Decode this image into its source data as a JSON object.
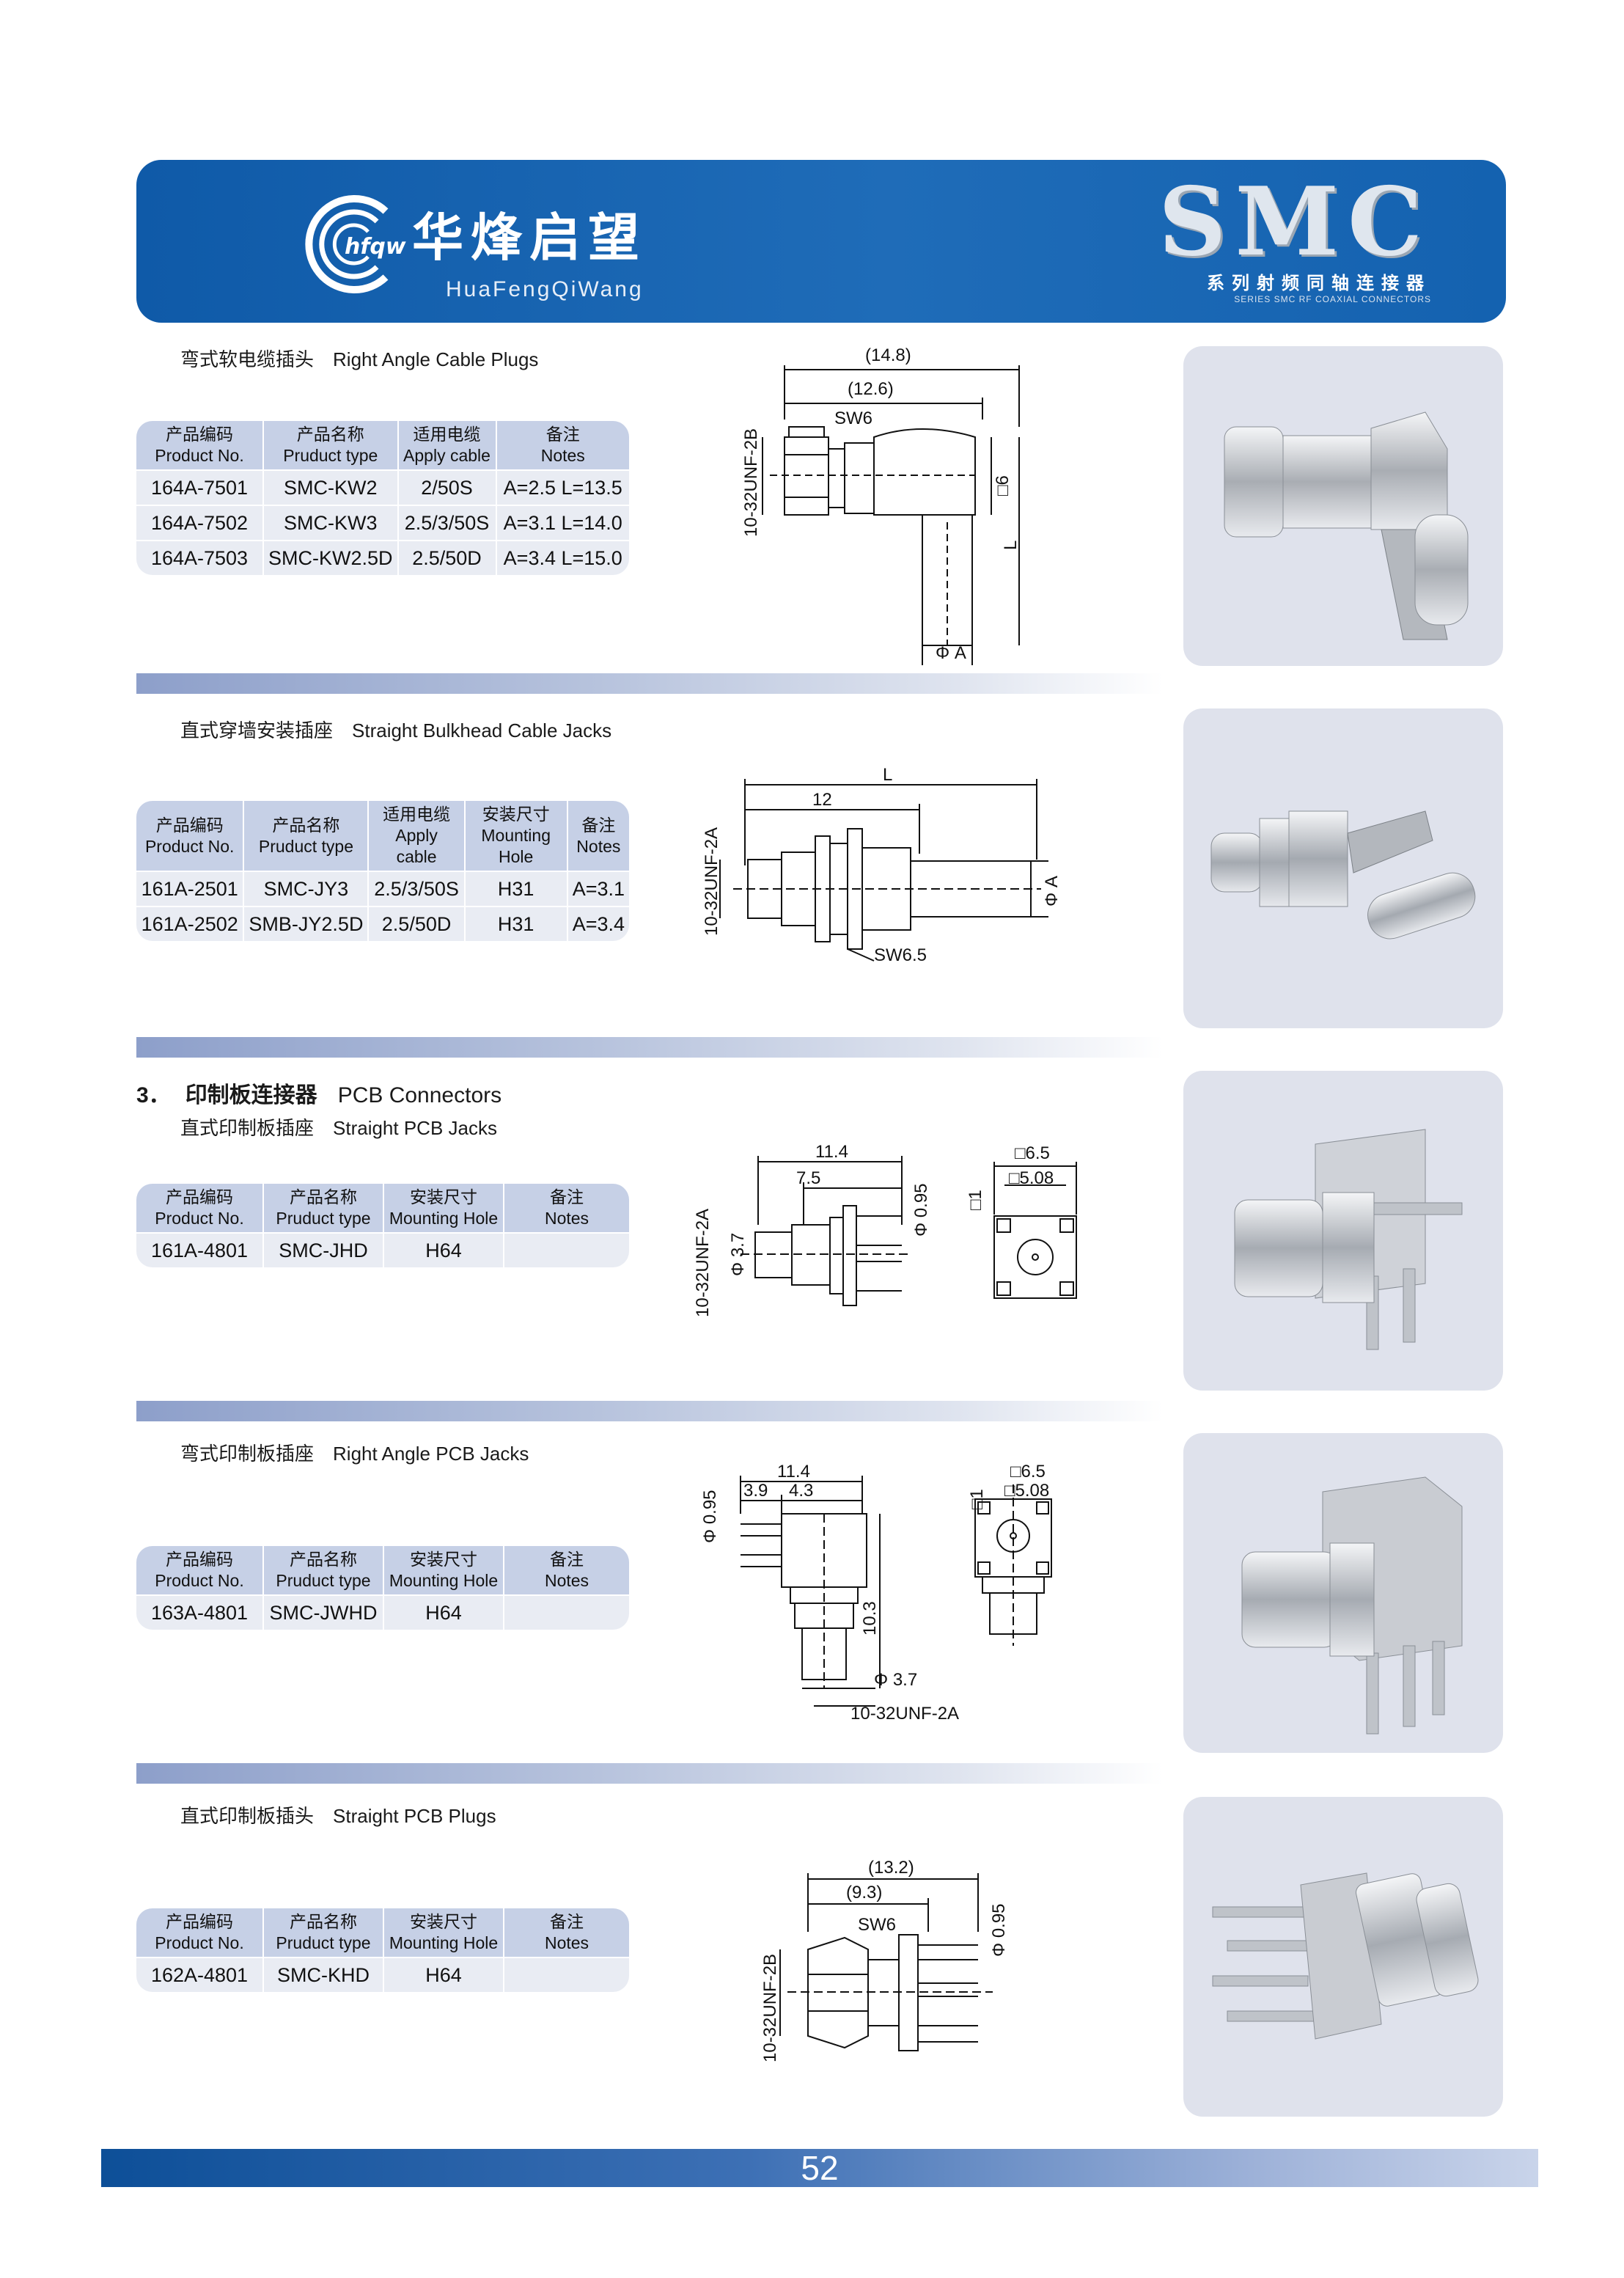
{
  "header": {
    "logo_text": "hfqw",
    "brand_cn": "华烽启望",
    "brand_en": "HuaFengQiWang",
    "series": "SMC",
    "series_cn": "系列射频同轴连接器",
    "series_en": "SERIES SMC RF COAXIAL CONNECTORS"
  },
  "sections": [
    {
      "title_cn": "弯式软电缆插头",
      "title_en": "Right Angle Cable Plugs",
      "columns": [
        {
          "cn": "产品编码",
          "en": "Product No."
        },
        {
          "cn": "产品名称",
          "en": "Pruduct type"
        },
        {
          "cn": "适用电缆",
          "en": "Apply cable"
        },
        {
          "cn": "备注",
          "en": "Notes"
        }
      ],
      "rows": [
        [
          "164A-7501",
          "SMC-KW2",
          "2/50S",
          "A=2.5 L=13.5"
        ],
        [
          "164A-7502",
          "SMC-KW3",
          "2.5/3/50S",
          "A=3.1 L=14.0"
        ],
        [
          "164A-7503",
          "SMC-KW2.5D",
          "2.5/50D",
          "A=3.4 L=15.0"
        ]
      ],
      "dims": {
        "d1": "(14.8)",
        "d2": "(12.6)",
        "sw": "SW6",
        "thread": "10-32UNF-2B",
        "sq": "□6",
        "l": "L",
        "a": "Φ A"
      }
    },
    {
      "title_cn": "直式穿墙安装插座",
      "title_en": "Straight Bulkhead Cable Jacks",
      "columns": [
        {
          "cn": "产品编码",
          "en": "Product No."
        },
        {
          "cn": "产品名称",
          "en": "Pruduct type"
        },
        {
          "cn": "适用电缆",
          "en": "Apply cable"
        },
        {
          "cn": "安装尺寸",
          "en": "Mounting Hole"
        },
        {
          "cn": "备注",
          "en": "Notes"
        }
      ],
      "rows": [
        [
          "161A-2501",
          "SMC-JY3",
          "2.5/3/50S",
          "H31",
          "A=3.1"
        ],
        [
          "161A-2502",
          "SMB-JY2.5D",
          "2.5/50D",
          "H31",
          "A=3.4"
        ]
      ],
      "dims": {
        "l": "L",
        "d12": "12",
        "thread": "10-32UNF-2A",
        "a": "Φ A",
        "sw": "SW6.5"
      }
    },
    {
      "group_num": "3．",
      "group_cn": "印制板连接器",
      "group_en": "PCB Connectors",
      "title_cn": "直式印制板插座",
      "title_en": "Straight PCB Jacks",
      "columns": [
        {
          "cn": "产品编码",
          "en": "Product No."
        },
        {
          "cn": "产品名称",
          "en": "Pruduct type"
        },
        {
          "cn": "安装尺寸",
          "en": "Mounting Hole"
        },
        {
          "cn": "备注",
          "en": "Notes"
        }
      ],
      "rows": [
        [
          "161A-4801",
          "SMC-JHD",
          "H64",
          ""
        ]
      ],
      "dims": {
        "d114": "11.4",
        "d75": "7.5",
        "phi095": "Φ 0.95",
        "thread": "10-32UNF-2A",
        "phi37": "Φ 3.7",
        "sq65": "□6.5",
        "sq508": "□5.08",
        "sq1": "□1"
      }
    },
    {
      "title_cn": "弯式印制板插座",
      "title_en": "Right Angle PCB Jacks",
      "columns": [
        {
          "cn": "产品编码",
          "en": "Product No."
        },
        {
          "cn": "产品名称",
          "en": "Pruduct type"
        },
        {
          "cn": "安装尺寸",
          "en": "Mounting Hole"
        },
        {
          "cn": "备注",
          "en": "Notes"
        }
      ],
      "rows": [
        [
          "163A-4801",
          "SMC-JWHD",
          "H64",
          ""
        ]
      ],
      "dims": {
        "phi095": "Φ 0.95",
        "d114": "11.4",
        "d39": "3.9",
        "d43": "4.3",
        "d103": "10.3",
        "phi37": "Φ 3.7",
        "thread": "10-32UNF-2A",
        "sq65": "□6.5",
        "sq508": "□5.08",
        "sq1": "□1"
      }
    },
    {
      "title_cn": "直式印制板插头",
      "title_en": "Straight PCB Plugs",
      "columns": [
        {
          "cn": "产品编码",
          "en": "Product No."
        },
        {
          "cn": "产品名称",
          "en": "Pruduct type"
        },
        {
          "cn": "安装尺寸",
          "en": "Mounting Hole"
        },
        {
          "cn": "备注",
          "en": "Notes"
        }
      ],
      "rows": [
        [
          "162A-4801",
          "SMC-KHD",
          "H64",
          ""
        ]
      ],
      "dims": {
        "d132": "(13.2)",
        "d93": "(9.3)",
        "sw": "SW6",
        "thread": "10-32UNF-2B",
        "phi095": "Φ 0.95"
      }
    }
  ],
  "footer": {
    "page_number": "52"
  }
}
